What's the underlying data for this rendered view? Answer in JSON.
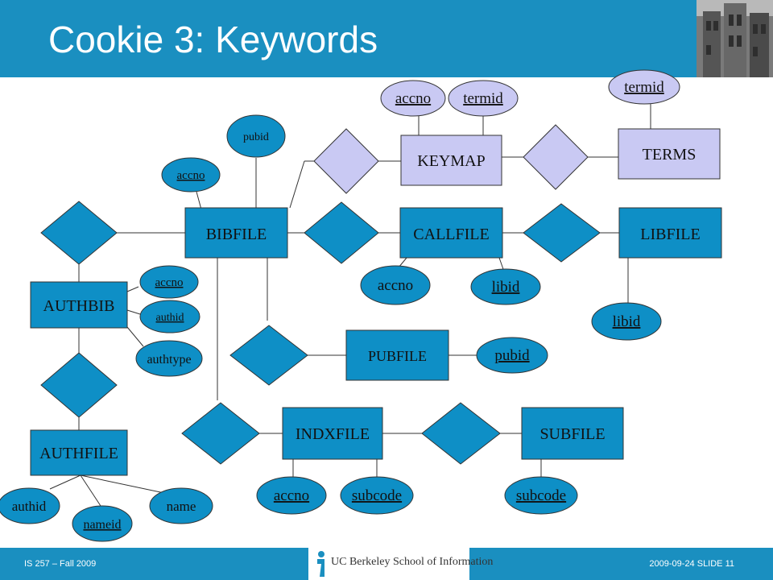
{
  "slide": {
    "title": "Cookie 3: Keywords",
    "footer_left": "IS 257 – Fall 2009",
    "footer_right": "2009-09-24  SLIDE 11",
    "logo_text": "UC Berkeley School of Information"
  },
  "colors": {
    "header_blue": "#1a8fc0",
    "entity_fill": "#0e8fc6",
    "new_element_fill": "#c9c9f3",
    "line": "#333333"
  },
  "entities": {
    "bibfile": "BIBFILE",
    "callfile": "CALLFILE",
    "libfile": "LIBFILE",
    "keymap": "KEYMAP",
    "terms": "TERMS",
    "authbib": "AUTHBIB",
    "authfile": "AUTHFILE",
    "pubfile": "PUBFILE",
    "indxfile": "INDXFILE",
    "subfile": "SUBFILE"
  },
  "attributes": {
    "bib_pubid": "pubid",
    "bib_accno": "accno",
    "km_accno": "accno",
    "km_termid": "termid",
    "terms_termid": "termid",
    "call_accno": "accno",
    "call_libid": "libid",
    "lib_libid": "libid",
    "ab_accno": "accno",
    "ab_authid": "authid",
    "ab_authtype": "authtype",
    "pub_pubid": "pubid",
    "idx_accno": "accno",
    "idx_subcode": "subcode",
    "sub_subcode": "subcode",
    "af_authid": "authid",
    "af_nameid": "nameid",
    "af_name": "name"
  }
}
